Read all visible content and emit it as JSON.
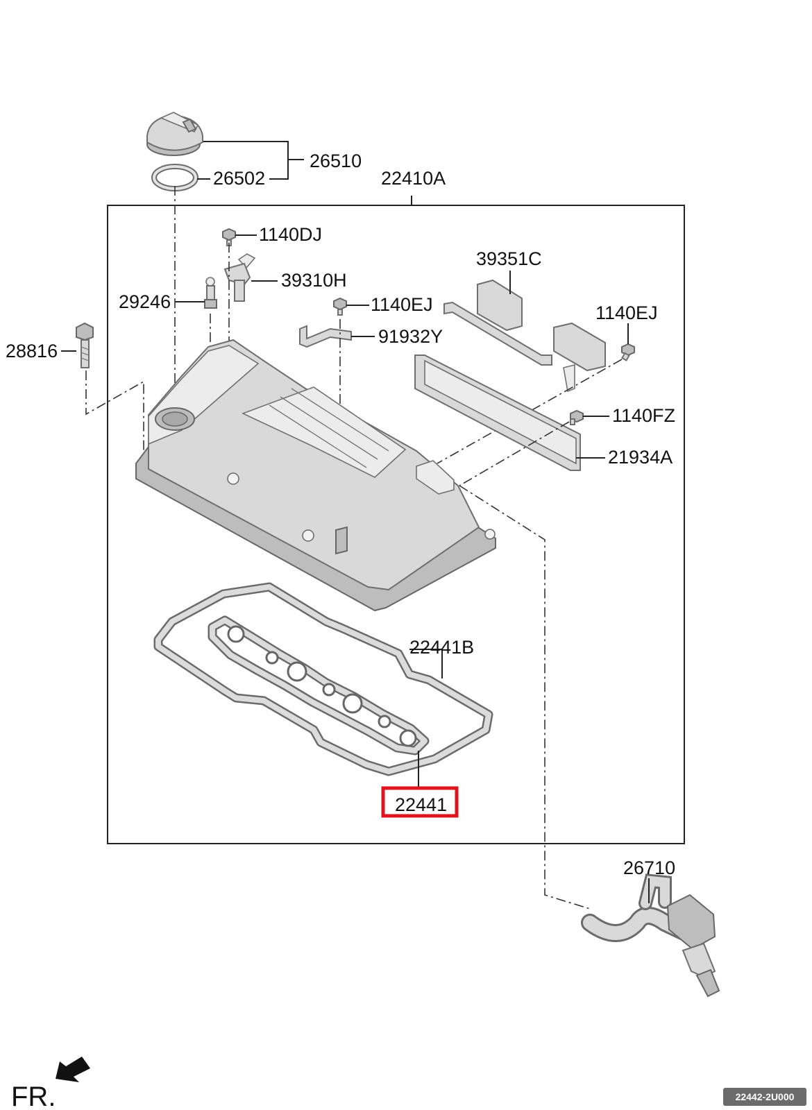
{
  "labels": {
    "p26510": "26510",
    "p26502": "26502",
    "p22410A": "22410A",
    "p1140DJ": "1140DJ",
    "p39310H": "39310H",
    "p39351C": "39351C",
    "p29246": "29246",
    "p1140EJ_a": "1140EJ",
    "p1140EJ_b": "1140EJ",
    "p91932Y": "91932Y",
    "p28816": "28816",
    "p1140FZ": "1140FZ",
    "p21934A": "21934A",
    "p22441B": "22441B",
    "p22441": "22441",
    "p26710": "26710"
  },
  "highlight": {
    "part": "22441",
    "color": "#e0141e"
  },
  "direction": {
    "text": "FR."
  },
  "diagram_code": "22442-2U000"
}
